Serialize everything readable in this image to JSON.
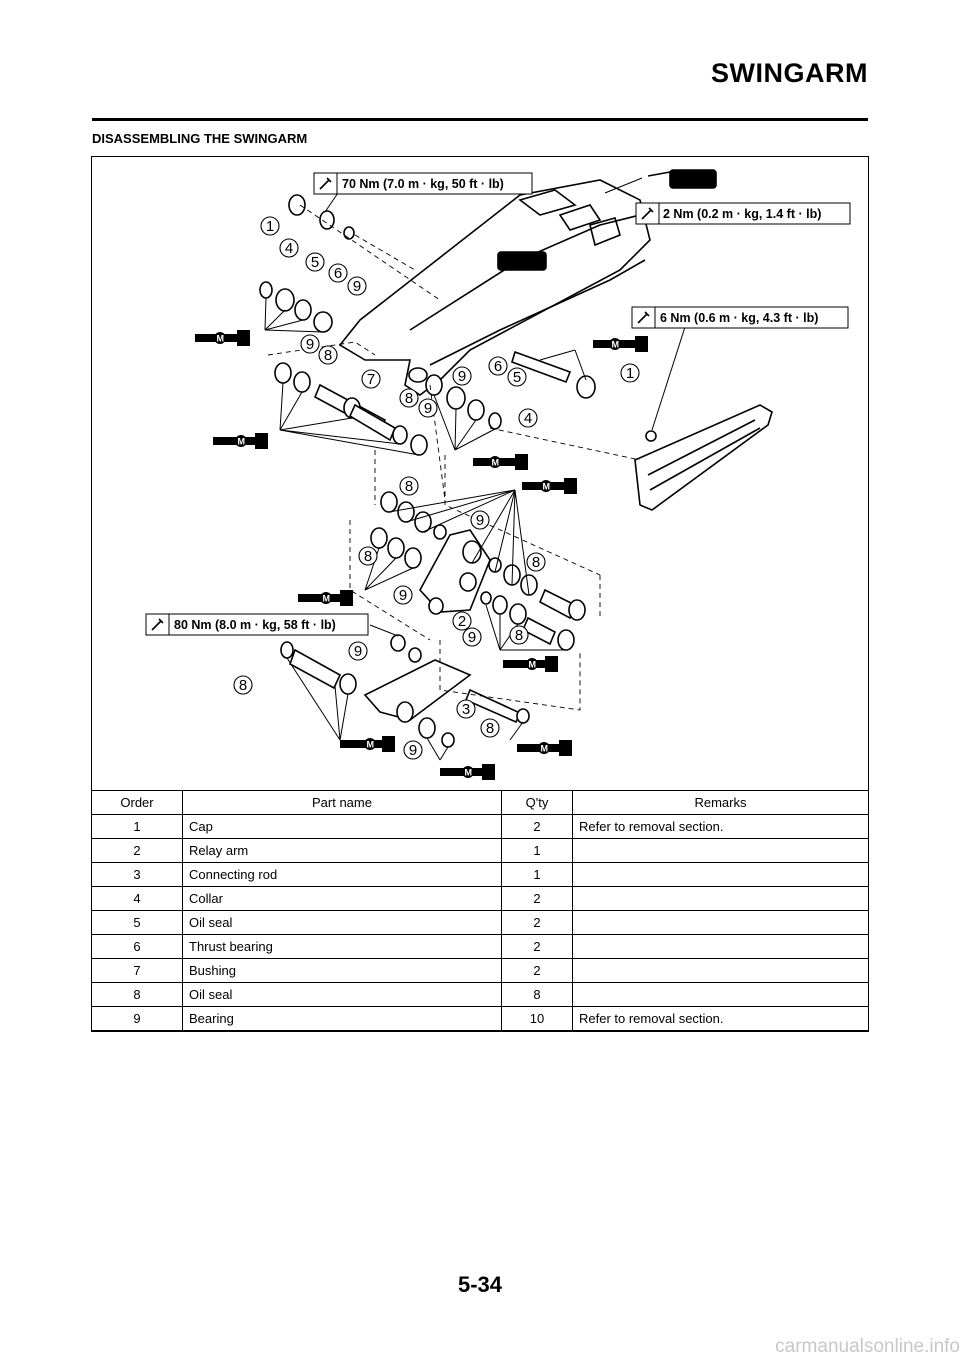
{
  "header": {
    "title": "SWINGARM"
  },
  "section": {
    "heading": "DISASSEMBLING THE SWINGARM"
  },
  "torque_labels": [
    "70 Nm (7.0 m · kg, 50 ft · lb)",
    "2 Nm (0.2 m · kg, 1.4 ft · lb)",
    "6 Nm (0.6 m · kg, 4.3 ft · lb)",
    "80 Nm (8.0 m · kg, 58 ft · lb)"
  ],
  "lubricant_symbol": "M",
  "callouts": [
    "1",
    "4",
    "5",
    "6",
    "9",
    "9",
    "8",
    "7",
    "8",
    "9",
    "9",
    "6",
    "5",
    "1",
    "4",
    "8",
    "9",
    "8",
    "9",
    "8",
    "2",
    "9",
    "8",
    "9",
    "8",
    "3",
    "8",
    "9"
  ],
  "table": {
    "headers": [
      "Order",
      "Part name",
      "Q'ty",
      "Remarks"
    ],
    "rows": [
      [
        "1",
        "Cap",
        "2",
        "Refer to removal section."
      ],
      [
        "2",
        "Relay arm",
        "1",
        ""
      ],
      [
        "3",
        "Connecting rod",
        "1",
        ""
      ],
      [
        "4",
        "Collar",
        "2",
        ""
      ],
      [
        "5",
        "Oil seal",
        "2",
        ""
      ],
      [
        "6",
        "Thrust bearing",
        "2",
        ""
      ],
      [
        "7",
        "Bushing",
        "2",
        ""
      ],
      [
        "8",
        "Oil seal",
        "8",
        ""
      ],
      [
        "9",
        "Bearing",
        "10",
        "Refer to removal section."
      ]
    ]
  },
  "footer": {
    "page_number": "5-34",
    "watermark": "carmanualsonline.info"
  }
}
